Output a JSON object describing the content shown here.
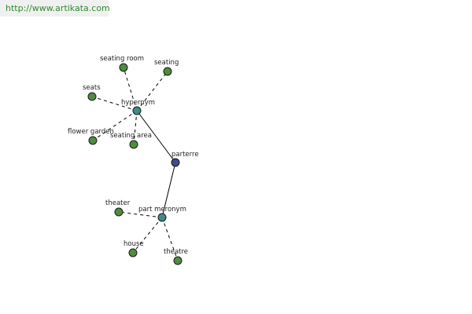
{
  "header": {
    "url": "http://www.artikata.com"
  },
  "colors": {
    "leaf": "#4f8c3f",
    "relation": "#3f8c8a",
    "root": "#3d4d8c",
    "edge": "#000000"
  },
  "graph": {
    "nodes": [
      {
        "id": "parterre",
        "label": "parterre",
        "kind": "root"
      },
      {
        "id": "hypernym",
        "label": "hypernym",
        "kind": "relation"
      },
      {
        "id": "part-meronym",
        "label": "part meronym",
        "kind": "relation"
      },
      {
        "id": "seating-room",
        "label": "seating room",
        "kind": "leaf"
      },
      {
        "id": "seating",
        "label": "seating",
        "kind": "leaf"
      },
      {
        "id": "seats",
        "label": "seats",
        "kind": "leaf"
      },
      {
        "id": "flower-garden",
        "label": "flower garden",
        "kind": "leaf"
      },
      {
        "id": "seating-area",
        "label": "seating area",
        "kind": "leaf"
      },
      {
        "id": "theater",
        "label": "theater",
        "kind": "leaf"
      },
      {
        "id": "house",
        "label": "house",
        "kind": "leaf"
      },
      {
        "id": "theatre",
        "label": "theatre",
        "kind": "leaf"
      }
    ],
    "edges": [
      {
        "from": "parterre",
        "to": "hypernym",
        "style": "solid"
      },
      {
        "from": "parterre",
        "to": "part-meronym",
        "style": "solid"
      },
      {
        "from": "hypernym",
        "to": "seating-room",
        "style": "dashed"
      },
      {
        "from": "hypernym",
        "to": "seating",
        "style": "dashed"
      },
      {
        "from": "hypernym",
        "to": "seats",
        "style": "dashed"
      },
      {
        "from": "hypernym",
        "to": "flower-garden",
        "style": "dashed"
      },
      {
        "from": "hypernym",
        "to": "seating-area",
        "style": "dashed"
      },
      {
        "from": "part-meronym",
        "to": "theater",
        "style": "dashed"
      },
      {
        "from": "part-meronym",
        "to": "house",
        "style": "dashed"
      },
      {
        "from": "part-meronym",
        "to": "theatre",
        "style": "dashed"
      }
    ]
  }
}
